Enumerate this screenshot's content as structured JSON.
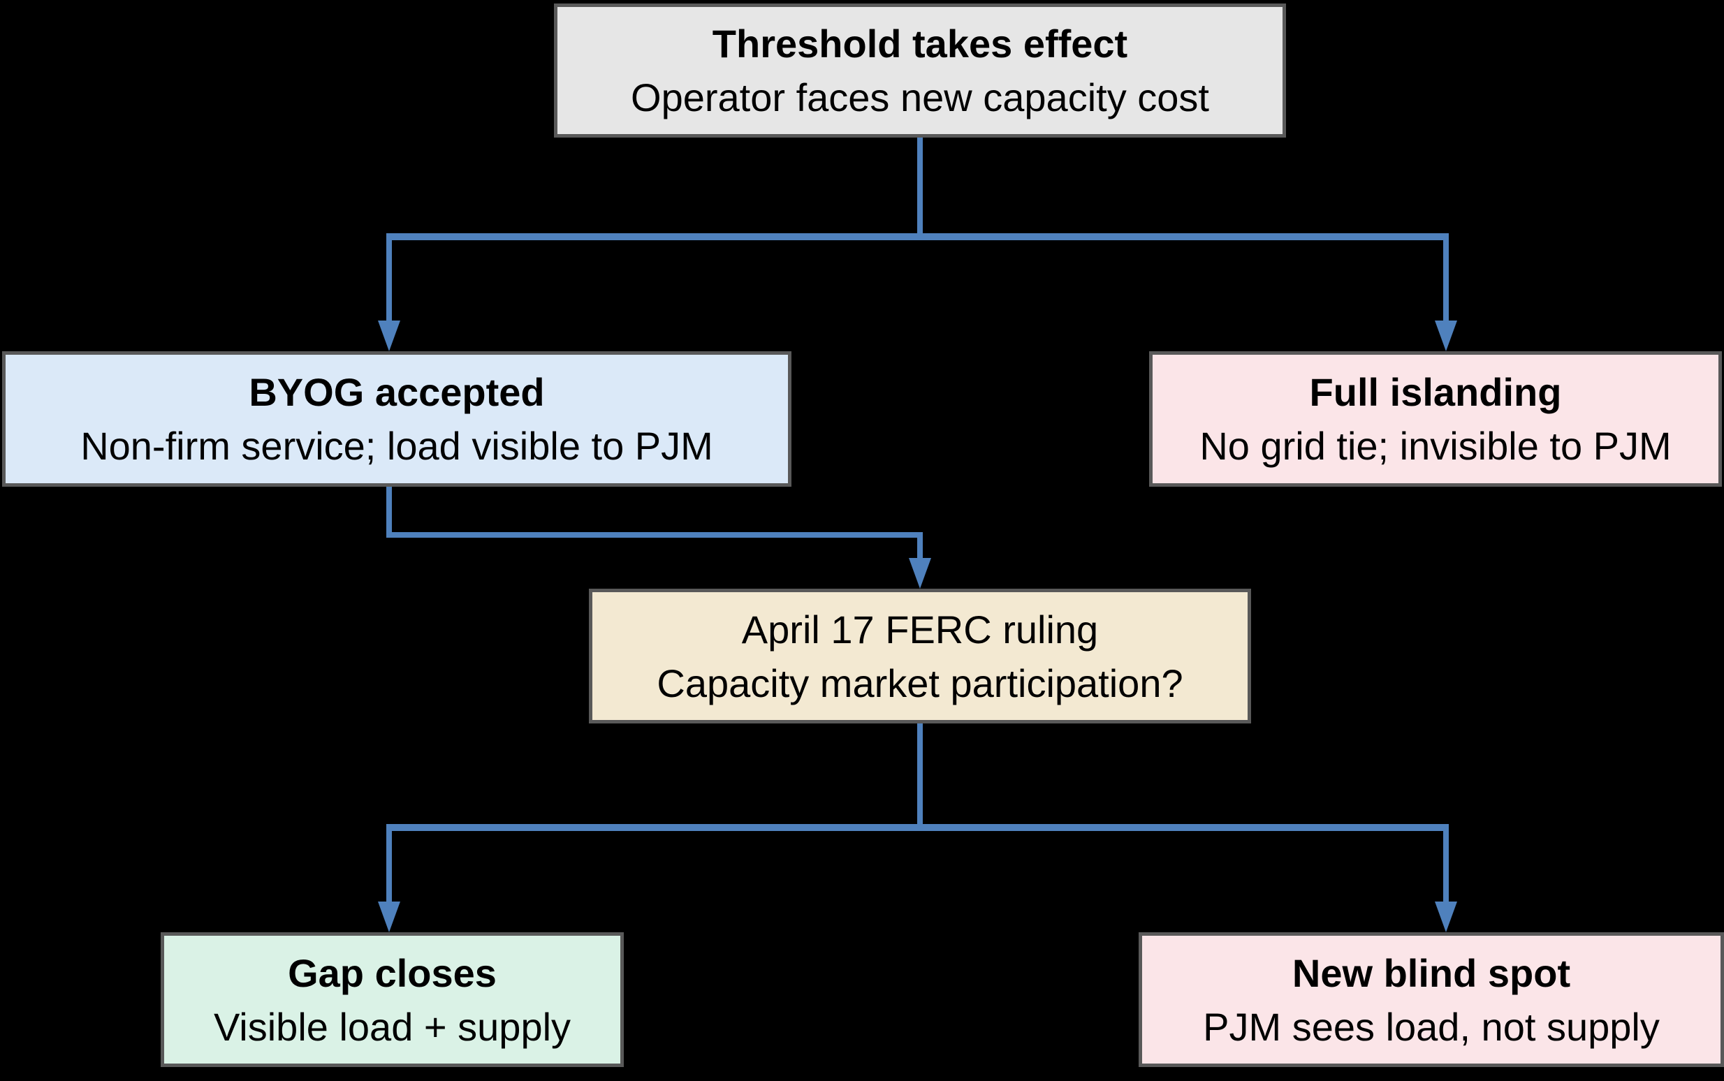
{
  "diagram": {
    "background_color": "#000000",
    "connector_color": "#4f81bd",
    "node_border_color": "#595959",
    "text_color": "#000000",
    "nodes": {
      "threshold": {
        "title": "Threshold takes effect",
        "subtitle": "Operator faces new capacity cost",
        "fill": "#e6e6e6"
      },
      "byog": {
        "title": "BYOG accepted",
        "subtitle": "Non-firm service; load visible to PJM",
        "fill": "#dbe9f8"
      },
      "islanding": {
        "title": "Full islanding",
        "subtitle": "No grid tie; invisible to PJM",
        "fill": "#fbe5e8"
      },
      "ferc": {
        "title": "April 17 FERC ruling",
        "subtitle": "Capacity market participation?",
        "fill": "#f3e9d2"
      },
      "gap": {
        "title": "Gap closes",
        "subtitle": "Visible load + supply",
        "fill": "#daf2e6"
      },
      "blindspot": {
        "title": "New blind spot",
        "subtitle": "PJM sees load, not supply",
        "fill": "#fbe5e8"
      }
    },
    "edges": [
      {
        "from": "threshold",
        "to": "byog"
      },
      {
        "from": "threshold",
        "to": "islanding"
      },
      {
        "from": "byog",
        "to": "ferc"
      },
      {
        "from": "ferc",
        "to": "gap"
      },
      {
        "from": "ferc",
        "to": "blindspot"
      }
    ]
  }
}
